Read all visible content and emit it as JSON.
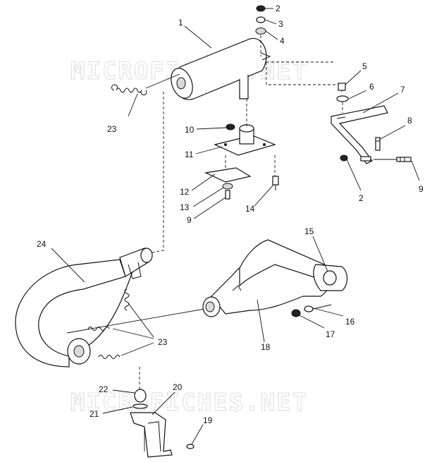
{
  "watermark": {
    "text_top": "MICROFICHES.NET",
    "text_bottom": "MICROFICHES.NET"
  },
  "callouts": [
    {
      "id": "c1",
      "label": "1"
    },
    {
      "id": "c2a",
      "label": "2"
    },
    {
      "id": "c3",
      "label": "3"
    },
    {
      "id": "c4",
      "label": "4"
    },
    {
      "id": "c5",
      "label": "5"
    },
    {
      "id": "c6",
      "label": "6"
    },
    {
      "id": "c7",
      "label": "7"
    },
    {
      "id": "c8",
      "label": "8"
    },
    {
      "id": "c9a",
      "label": "9"
    },
    {
      "id": "c2b",
      "label": "2"
    },
    {
      "id": "c10",
      "label": "10"
    },
    {
      "id": "c11",
      "label": "11"
    },
    {
      "id": "c12",
      "label": "12"
    },
    {
      "id": "c13",
      "label": "13"
    },
    {
      "id": "c9b",
      "label": "9"
    },
    {
      "id": "c14",
      "label": "14"
    },
    {
      "id": "c23a",
      "label": "23"
    },
    {
      "id": "c24",
      "label": "24"
    },
    {
      "id": "c15",
      "label": "15"
    },
    {
      "id": "c16",
      "label": "16"
    },
    {
      "id": "c17",
      "label": "17"
    },
    {
      "id": "c18",
      "label": "18"
    },
    {
      "id": "c23b",
      "label": "23"
    },
    {
      "id": "c22",
      "label": "22"
    },
    {
      "id": "c20",
      "label": "20"
    },
    {
      "id": "c21",
      "label": "21"
    },
    {
      "id": "c19",
      "label": "19"
    }
  ]
}
